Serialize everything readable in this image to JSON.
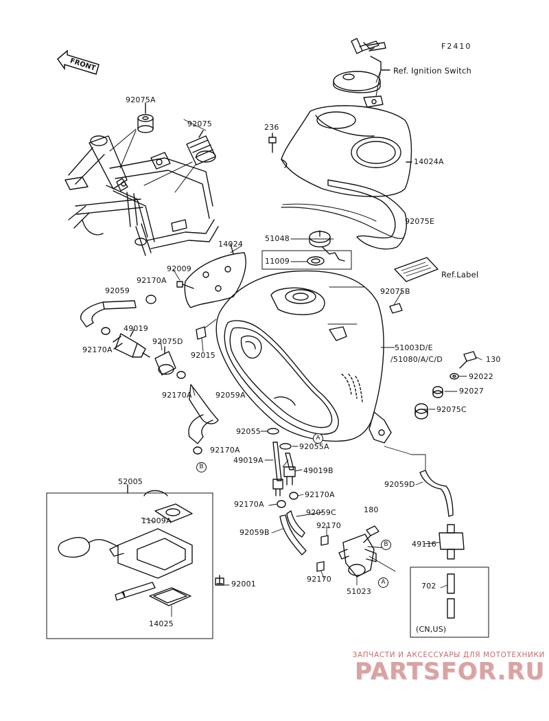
{
  "figure_code": "F2410",
  "front_label": "FRONT",
  "references": {
    "ignition": "Ref. Ignition Switch",
    "label": "Ref.Label"
  },
  "parts": {
    "p92075A": "92075A",
    "p92075": "92075",
    "p236": "236",
    "p14024A": "14024A",
    "p92075E": "92075E",
    "p51048": "51048",
    "p11009": "11009",
    "p14024": "14024",
    "p92009": "92009",
    "p92170A_1": "92170A",
    "p92059": "92059",
    "p92075B": "92075B",
    "p49019": "49019",
    "p92170A_2": "92170A",
    "p92075D": "92075D",
    "p92015": "92015",
    "p51003": "51003D/E",
    "p51080": "/51080/A/C/D",
    "p130": "130",
    "p92022": "92022",
    "p92027": "92027",
    "p92170A_3": "92170A",
    "p92059A": "92059A",
    "p92075C": "92075C",
    "p92055": "92055",
    "p92170A_4": "92170A",
    "p92055A": "92055A",
    "p49019A": "49019A",
    "p49019B": "49019B",
    "p52005": "52005",
    "p11009A": "11009A",
    "p92059D": "92059D",
    "p92170A_5": "92170A",
    "p92170A_6": "92170A",
    "p180": "180",
    "p92059C": "92059C",
    "p92170_1": "92170",
    "p92059B": "92059B",
    "p49116": "49116",
    "p92001": "92001",
    "p92170_2": "92170",
    "p51023": "51023",
    "p702": "702",
    "p14025": "14025"
  },
  "region_note": "(CN,US)",
  "markers": {
    "a": "A",
    "b": "B"
  },
  "watermark": {
    "top": "ЗАПЧАСТИ И АКСЕССУАРЫ ДЛЯ МОТОТЕХНИКИ",
    "main": "PARTSFOR.RU"
  }
}
